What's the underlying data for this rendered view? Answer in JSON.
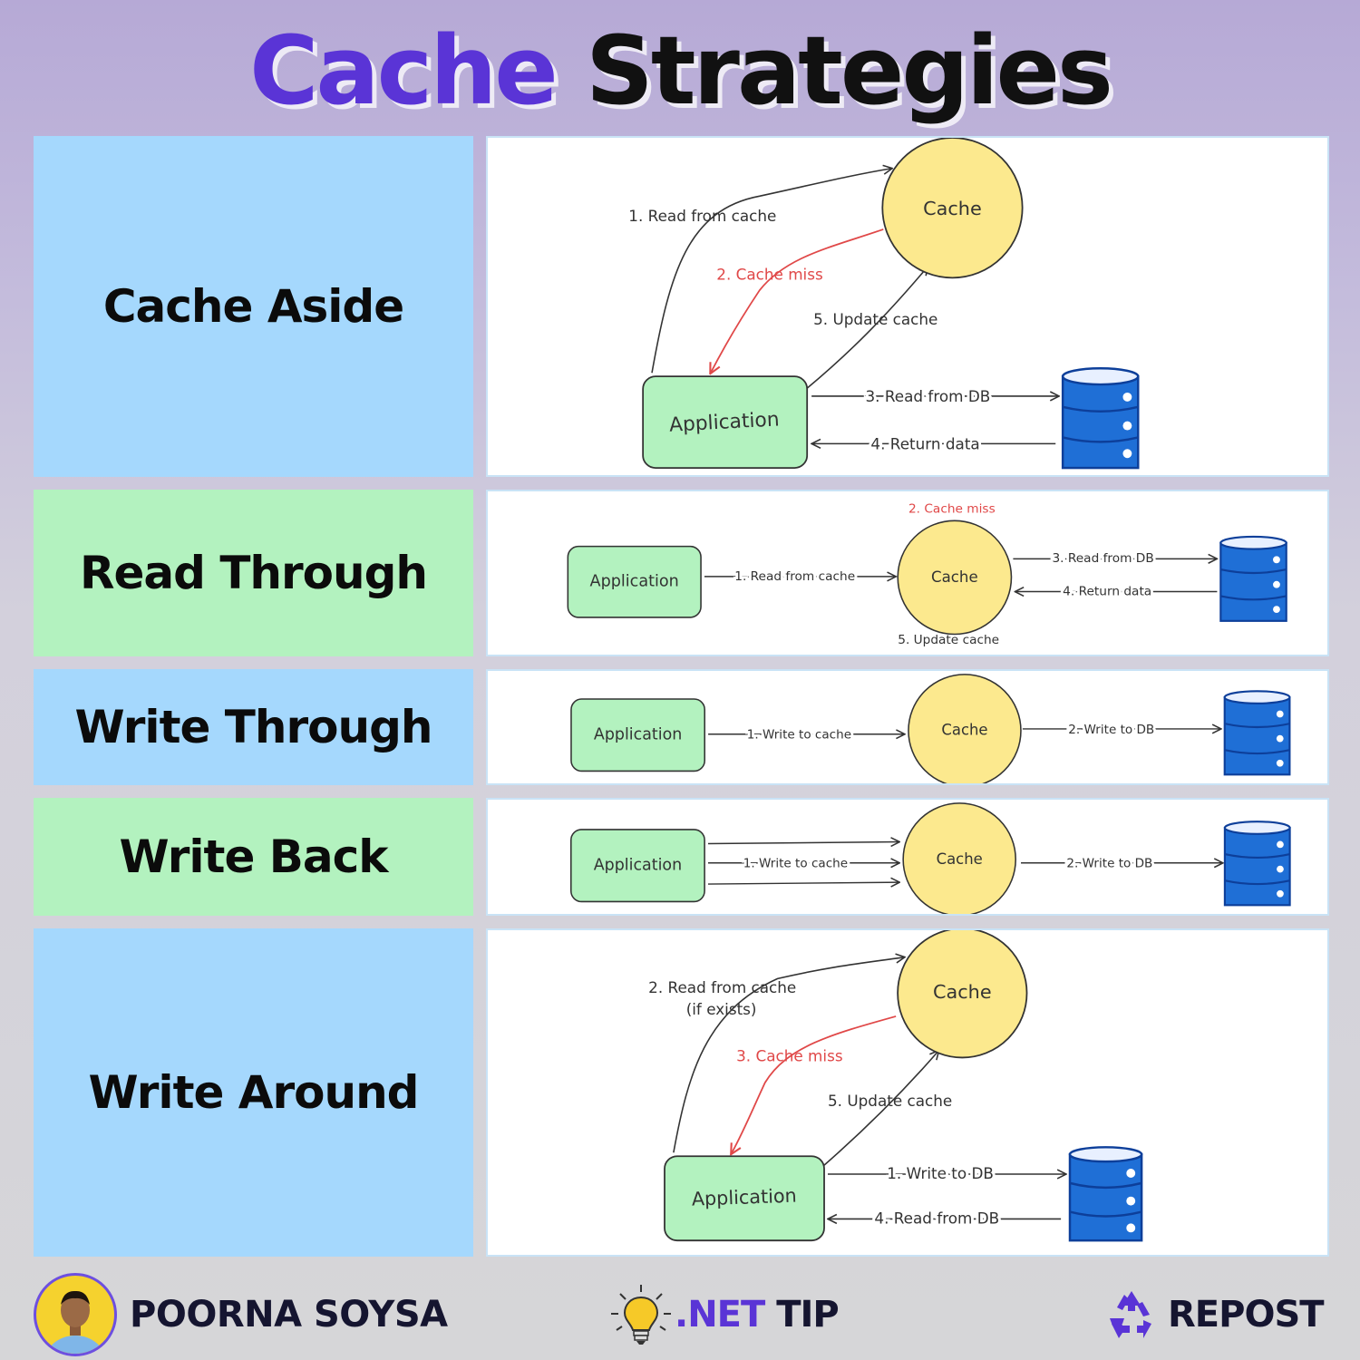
{
  "title": {
    "word1": "Cache",
    "word2": "Strategies"
  },
  "rows": [
    {
      "name": "Cache Aside"
    },
    {
      "name": "Read Through"
    },
    {
      "name": "Write Through"
    },
    {
      "name": "Write Back"
    },
    {
      "name": "Write Around"
    }
  ],
  "diagrams": {
    "cache_aside": {
      "application": "Application",
      "cache": "Cache",
      "step1": "1. Read from cache",
      "step2": "2. Cache miss",
      "step3": "3. Read from DB",
      "step4": "4. Return data",
      "step5": "5. Update cache"
    },
    "read_through": {
      "application": "Application",
      "cache": "Cache",
      "step1": "1. Read from cache",
      "step2": "2. Cache miss",
      "step3": "3. Read from DB",
      "step4": "4. Return data",
      "step5": "5. Update cache"
    },
    "write_through": {
      "application": "Application",
      "cache": "Cache",
      "step1": "1. Write to cache",
      "step2": "2. Write to DB"
    },
    "write_back": {
      "application": "Application",
      "cache": "Cache",
      "step1": "1. Write to cache",
      "step2": "2. Write to DB"
    },
    "write_around": {
      "application": "Application",
      "cache": "Cache",
      "step1": "1. Write to DB",
      "step2a": "2. Read from cache",
      "step2b": "(if exists)",
      "step3": "3. Cache miss",
      "step4": "4. Read from DB",
      "step5": "5. Update cache"
    }
  },
  "footer": {
    "author": "POORNA SOYSA",
    "tip_prefix": ".NET",
    "tip_suffix": "TIP",
    "repost": "REPOST"
  },
  "colors": {
    "accent": "#5a34d6",
    "cache_fill": "#fce98e",
    "app_fill": "#b3f2bf",
    "db_fill": "#1f6fd6",
    "miss": "#e04848"
  },
  "icons": [
    "database-icon",
    "lightbulb-icon",
    "recycle-icon",
    "avatar"
  ]
}
